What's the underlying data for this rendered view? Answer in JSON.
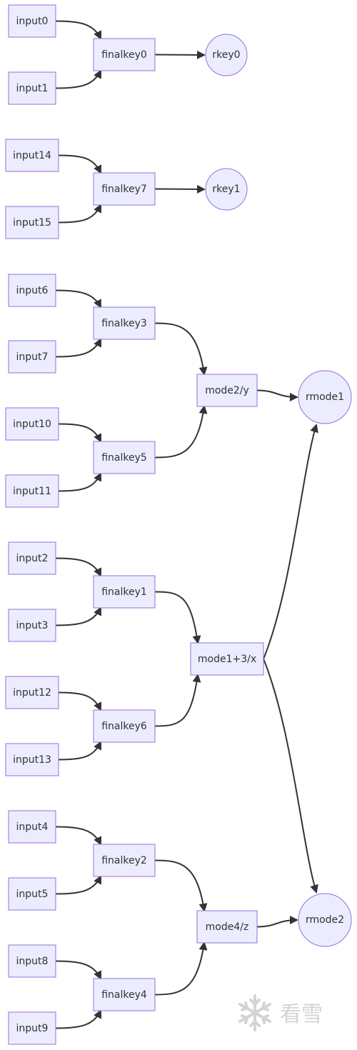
{
  "nodes": {
    "input0": {
      "label": "input0"
    },
    "input1": {
      "label": "input1"
    },
    "finalkey0": {
      "label": "finalkey0"
    },
    "rkey0": {
      "label": "rkey0"
    },
    "input14": {
      "label": "input14"
    },
    "input15": {
      "label": "input15"
    },
    "finalkey7": {
      "label": "finalkey7"
    },
    "rkey1": {
      "label": "rkey1"
    },
    "input6": {
      "label": "input6"
    },
    "input7": {
      "label": "input7"
    },
    "finalkey3": {
      "label": "finalkey3"
    },
    "input10": {
      "label": "input10"
    },
    "input11": {
      "label": "input11"
    },
    "finalkey5": {
      "label": "finalkey5"
    },
    "mode2y": {
      "label": "mode2/y"
    },
    "rmode1": {
      "label": "rmode1"
    },
    "input2": {
      "label": "input2"
    },
    "input3": {
      "label": "input3"
    },
    "finalkey1": {
      "label": "finalkey1"
    },
    "input12": {
      "label": "input12"
    },
    "input13": {
      "label": "input13"
    },
    "finalkey6": {
      "label": "finalkey6"
    },
    "mode13x": {
      "label": "mode1+3/x"
    },
    "input4": {
      "label": "input4"
    },
    "input5": {
      "label": "input5"
    },
    "finalkey2": {
      "label": "finalkey2"
    },
    "input8": {
      "label": "input8"
    },
    "input9": {
      "label": "input9"
    },
    "finalkey4": {
      "label": "finalkey4"
    },
    "mode4z": {
      "label": "mode4/z"
    },
    "rmode2": {
      "label": "rmode2"
    }
  },
  "edges": [
    {
      "from": "input0",
      "to": "finalkey0"
    },
    {
      "from": "input1",
      "to": "finalkey0"
    },
    {
      "from": "finalkey0",
      "to": "rkey0"
    },
    {
      "from": "input14",
      "to": "finalkey7"
    },
    {
      "from": "input15",
      "to": "finalkey7"
    },
    {
      "from": "finalkey7",
      "to": "rkey1"
    },
    {
      "from": "input6",
      "to": "finalkey3"
    },
    {
      "from": "input7",
      "to": "finalkey3"
    },
    {
      "from": "input10",
      "to": "finalkey5"
    },
    {
      "from": "input11",
      "to": "finalkey5"
    },
    {
      "from": "finalkey3",
      "to": "mode2y"
    },
    {
      "from": "finalkey5",
      "to": "mode2y"
    },
    {
      "from": "mode2y",
      "to": "rmode1"
    },
    {
      "from": "input2",
      "to": "finalkey1"
    },
    {
      "from": "input3",
      "to": "finalkey1"
    },
    {
      "from": "input12",
      "to": "finalkey6"
    },
    {
      "from": "input13",
      "to": "finalkey6"
    },
    {
      "from": "finalkey1",
      "to": "mode13x"
    },
    {
      "from": "finalkey6",
      "to": "mode13x"
    },
    {
      "from": "mode13x",
      "to": "rmode1"
    },
    {
      "from": "mode13x",
      "to": "rmode2"
    },
    {
      "from": "input4",
      "to": "finalkey2"
    },
    {
      "from": "input5",
      "to": "finalkey2"
    },
    {
      "from": "input8",
      "to": "finalkey4"
    },
    {
      "from": "input9",
      "to": "finalkey4"
    },
    {
      "from": "finalkey2",
      "to": "mode4z"
    },
    {
      "from": "finalkey4",
      "to": "mode4z"
    },
    {
      "from": "mode4z",
      "to": "rmode2"
    }
  ],
  "watermark": {
    "text": "看雪",
    "icon": "snowflake-icon"
  },
  "colors": {
    "node_fill": "#ececff",
    "node_stroke": "#9370db",
    "edge": "#333333",
    "text": "#333333"
  }
}
